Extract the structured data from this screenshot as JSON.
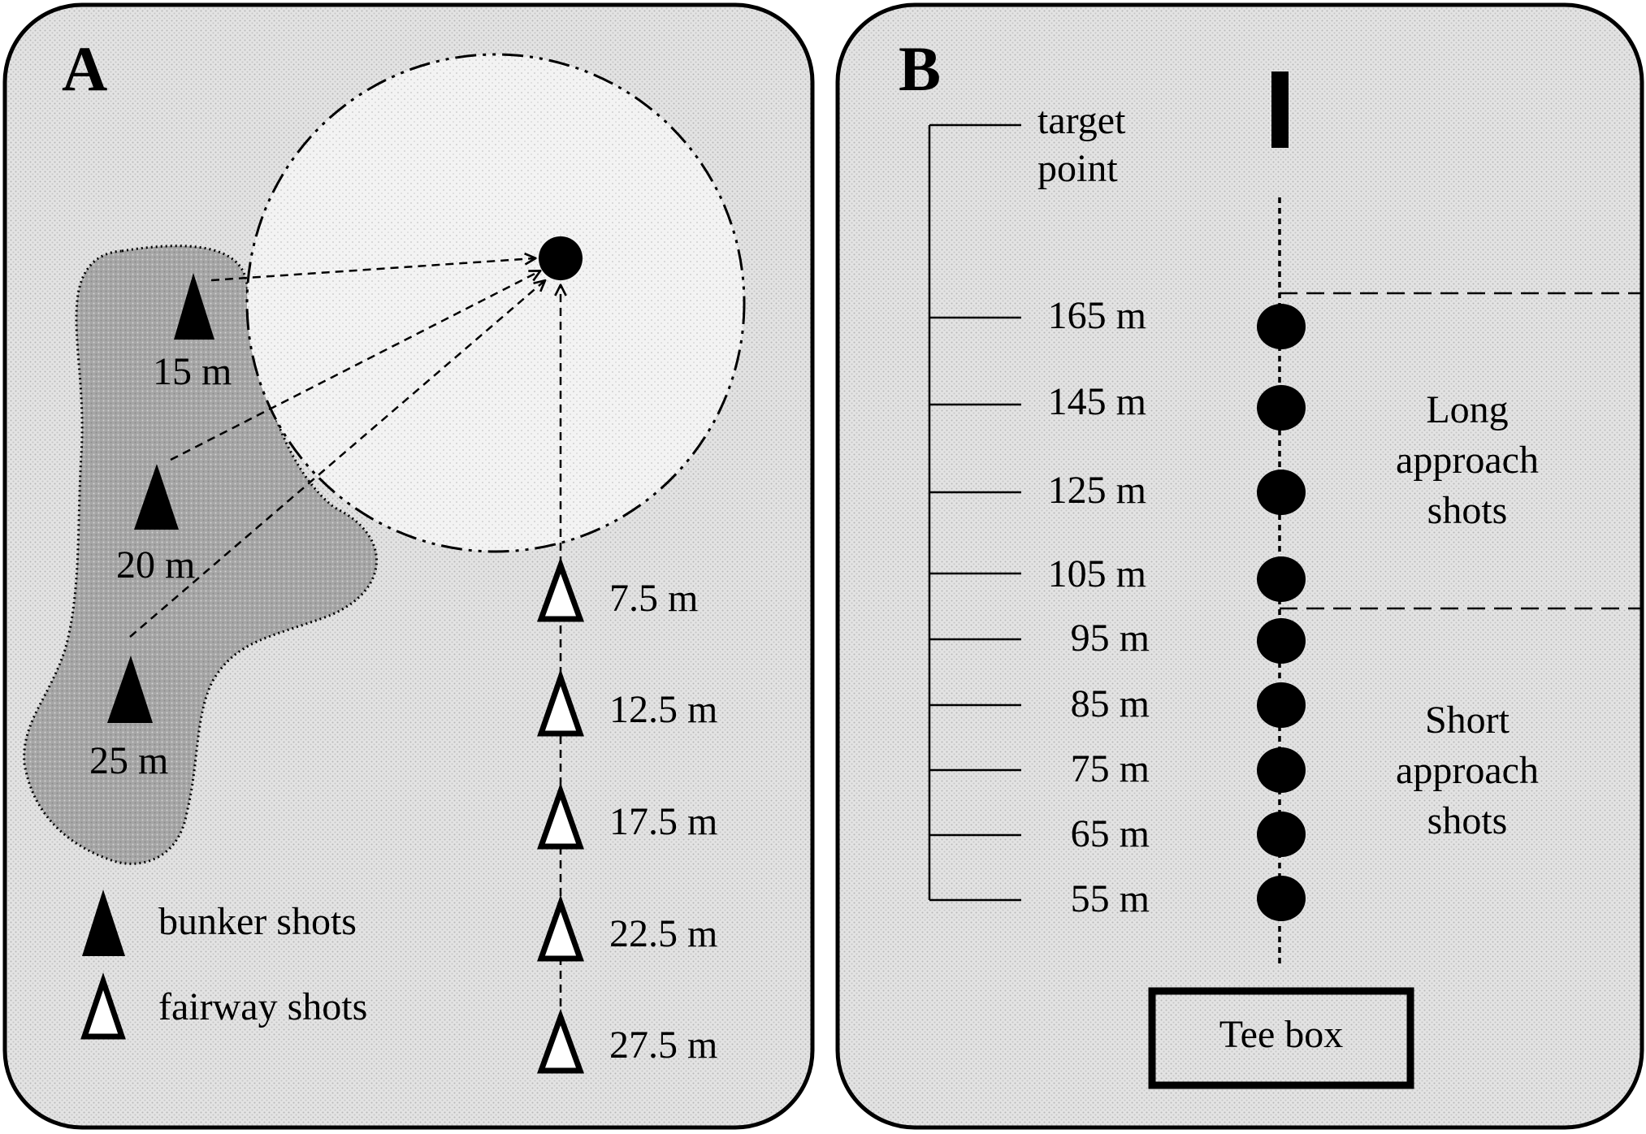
{
  "panel_a": {
    "letter": "A",
    "bunker_labels": [
      "15 m",
      "20 m",
      "25 m"
    ],
    "fairway_labels": [
      "7.5 m",
      "12.5 m",
      "17.5 m",
      "22.5 m",
      "27.5 m"
    ],
    "legend": {
      "bunker": "bunker shots",
      "fairway": "fairway shots"
    }
  },
  "panel_b": {
    "letter": "B",
    "target_label_line1": "target",
    "target_label_line2": "point",
    "distance_labels": [
      "165 m",
      "145 m",
      "125 m",
      "105 m",
      "95 m",
      "85 m",
      "75 m",
      "65 m",
      "55 m"
    ],
    "long_label": [
      "Long",
      "approach",
      "shots"
    ],
    "short_label": [
      "Short",
      "approach",
      "shots"
    ],
    "tee_box": "Tee box"
  },
  "colors": {
    "outline": "#000000",
    "panel_fill": "#e6e6e6",
    "bunker_fill": "#a9a9a9",
    "green_fill": "#f5f5f5"
  }
}
